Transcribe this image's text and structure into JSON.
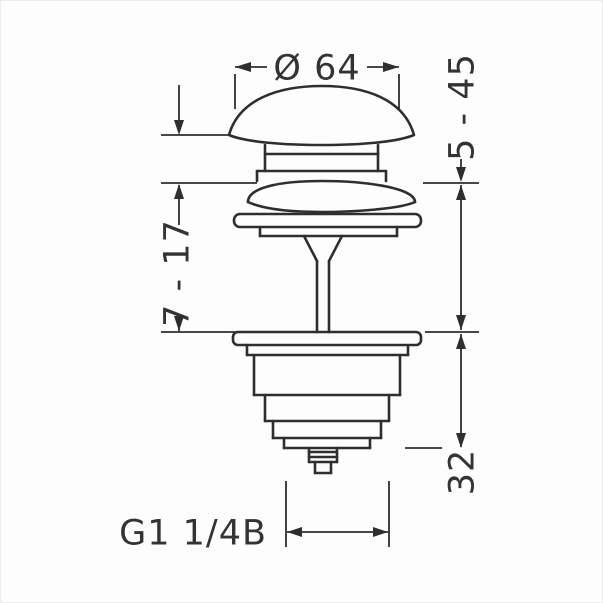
{
  "page": {
    "background": "#fdfdfd",
    "line_color": "#2e2e2e",
    "text_color": "#333333"
  },
  "drawing": {
    "name": "push-open-drain-valve-technical-drawing",
    "labels": {
      "diameter": "Ø 64",
      "travel": "5 - 45",
      "clamp": "7 - 17",
      "height": "32",
      "thread": "G1 1/4B"
    }
  }
}
